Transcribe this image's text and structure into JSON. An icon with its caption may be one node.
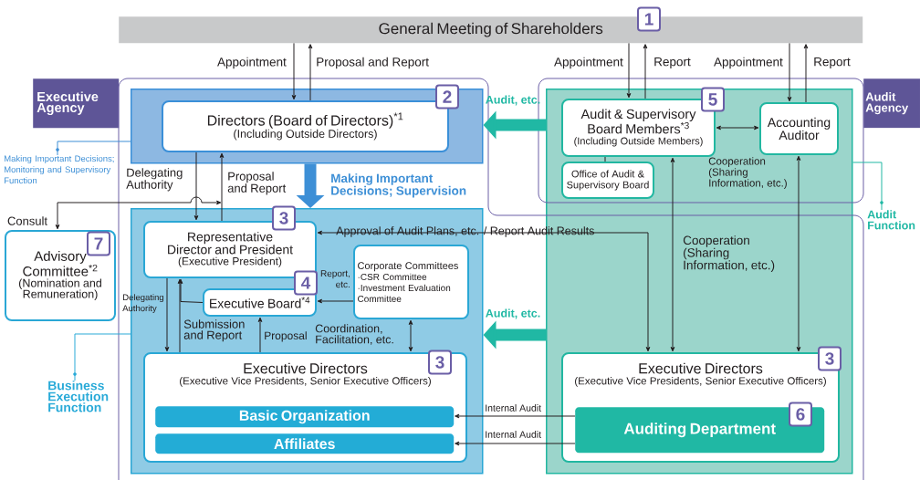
{
  "diagram": {
    "nodes": [
      {
        "text": [
          "General Meeting of Shareholders"
        ]
      },
      {
        "text": [
          "Executive Agency"
        ]
      },
      {
        "text": [
          "Audit Agency"
        ]
      },
      {
        "text": [],
        "shape": "box"
      },
      {
        "text": [
          "Directors (Board of Directors)$^{*1}$",
          "(Including Outside Directors)"
        ],
        "in": 3
      },
      {
        "text": [],
        "shape": "box"
      },
      {
        "text": [
          "Representative Director and President",
          "(Executive President)"
        ],
        "in": 5
      },
      {
        "text": [
          "Executive Board$^{*4}$"
        ],
        "in": 5
      },
      {
        "text": [
          "Corporate Committees",
          "·CSR Committee",
          "·Investment Evaluation Committee"
        ],
        "in": 5
      },
      {
        "text": [
          "Executive Directors",
          "(Executive Vice Presidents, Senior Executive Officers)"
        ],
        "in": 5
      },
      {
        "text": [
          "Basic Organization"
        ],
        "in": 9
      },
      {
        "text": [
          "Affiliates"
        ],
        "in": 9
      },
      {
        "text": [],
        "shape": "box"
      },
      {
        "text": [
          "Audit & Supervisory Board Members$^{*3}$",
          "(Including Outside Members)"
        ],
        "in": 12
      },
      {
        "text": [
          "Accounting Auditor"
        ],
        "in": 12
      },
      {
        "text": [
          "Office of Audit & Supervisory Board"
        ],
        "in": 12
      },
      {
        "text": [
          "Executive Directors",
          "(Executive Vice Presidents, Senior Executive Officers)"
        ],
        "in": 12
      },
      {
        "text": [
          "Auditing Department"
        ],
        "in": 16
      },
      {
        "text": [
          "Advisory Committee$^{*2}$",
          "(Nomination and Remuneration)"
        ]
      },
      {
        "text": [
          "Making Important Decisions; Monitoring and Supervisory Function"
        ]
      },
      {
        "text": [
          "Business Execution Function"
        ]
      },
      {
        "text": [
          "Audit Function"
        ]
      },
      {
        "text": [
          "1"
        ]
      },
      {
        "text": [
          "2"
        ]
      },
      {
        "text": [
          "3"
        ],
        "in": 5
      },
      {
        "text": [
          "4"
        ],
        "in": 5
      },
      {
        "text": [
          "3"
        ],
        "in": 9
      },
      {
        "text": [
          "5"
        ],
        "in": 12
      },
      {
        "text": [
          "3"
        ],
        "in": 12
      },
      {
        "text": [
          "6"
        ],
        "in": 16
      },
      {
        "text": [
          "7"
        ],
        "in": 18
      }
    ],
    "edges": [
      {
        "from": 0,
        "to": 4,
        "arrow": "to",
        "label": "Appointment"
      },
      {
        "from": 4,
        "to": 0,
        "arrow": "to",
        "label": "Proposal and Report"
      },
      {
        "from": 0,
        "to": 13,
        "arrow": "to",
        "label": "Appointment"
      },
      {
        "from": 13,
        "to": 0,
        "arrow": "to",
        "label": "Report"
      },
      {
        "from": 0,
        "to": 14,
        "arrow": "to",
        "label": "Appointment"
      },
      {
        "from": 14,
        "to": 0,
        "arrow": "to",
        "label": "Report"
      },
      {
        "from": 12,
        "to": 3,
        "arrow": "to",
        "label": "Audit, etc.",
        "style": "thick",
        "color": "#20b8a4"
      },
      {
        "from": 12,
        "to": 5,
        "arrow": "to",
        "label": "Audit, etc.",
        "style": "thick",
        "color": "#20b8a4"
      },
      {
        "from": 3,
        "to": 5,
        "arrow": "to",
        "label": "Making Important Decisions; Supervision",
        "style": "thick",
        "color": "#3d8fd6"
      },
      {
        "from": 4,
        "to": 6,
        "arrow": "to",
        "label": "Delegating Authority"
      },
      {
        "from": 6,
        "to": 4,
        "arrow": "to",
        "label": "Proposal and Report"
      },
      {
        "from": 6,
        "to": 18,
        "arrow": "both",
        "label": "Consult"
      },
      {
        "from": 6,
        "to": 9,
        "arrow": "to",
        "label": "Delegating Authority"
      },
      {
        "from": 9,
        "to": 6,
        "arrow": "to",
        "label": "Submission and Report"
      },
      {
        "from": 9,
        "to": 7,
        "arrow": "to",
        "label": "Proposal"
      },
      {
        "from": 7,
        "to": 6,
        "arrow": "to"
      },
      {
        "from": 8,
        "to": 7,
        "arrow": "to",
        "label": "Report, etc."
      },
      {
        "from": 8,
        "to": 9,
        "arrow": "both",
        "label": "Coordination, Facilitation, etc."
      },
      {
        "from": 13,
        "to": 14,
        "arrow": "both",
        "label": "Cooperation (Sharing Information, etc.)"
      },
      {
        "from": 15,
        "to": 13,
        "arrow": "none"
      },
      {
        "from": 6,
        "to": 16,
        "arrow": "both",
        "label": "Approval of Audit Plans, etc. / Report Audit Results"
      },
      {
        "from": 13,
        "to": 16,
        "arrow": "both",
        "label": "Cooperation (Sharing Information, etc.)"
      },
      {
        "from": 14,
        "to": 16,
        "arrow": "both"
      },
      {
        "from": 17,
        "to": 10,
        "arrow": "to",
        "label": "Internal Audit"
      },
      {
        "from": 17,
        "to": 11,
        "arrow": "to",
        "label": "Internal Audit"
      },
      {
        "from": 19,
        "to": 3,
        "arrow": "none",
        "color": "#3d8fd6"
      },
      {
        "from": 20,
        "to": 5,
        "arrow": "none",
        "color": "#29aad8"
      },
      {
        "from": 21,
        "to": 12,
        "arrow": "none",
        "color": "#20b8a4"
      }
    ]
  }
}
